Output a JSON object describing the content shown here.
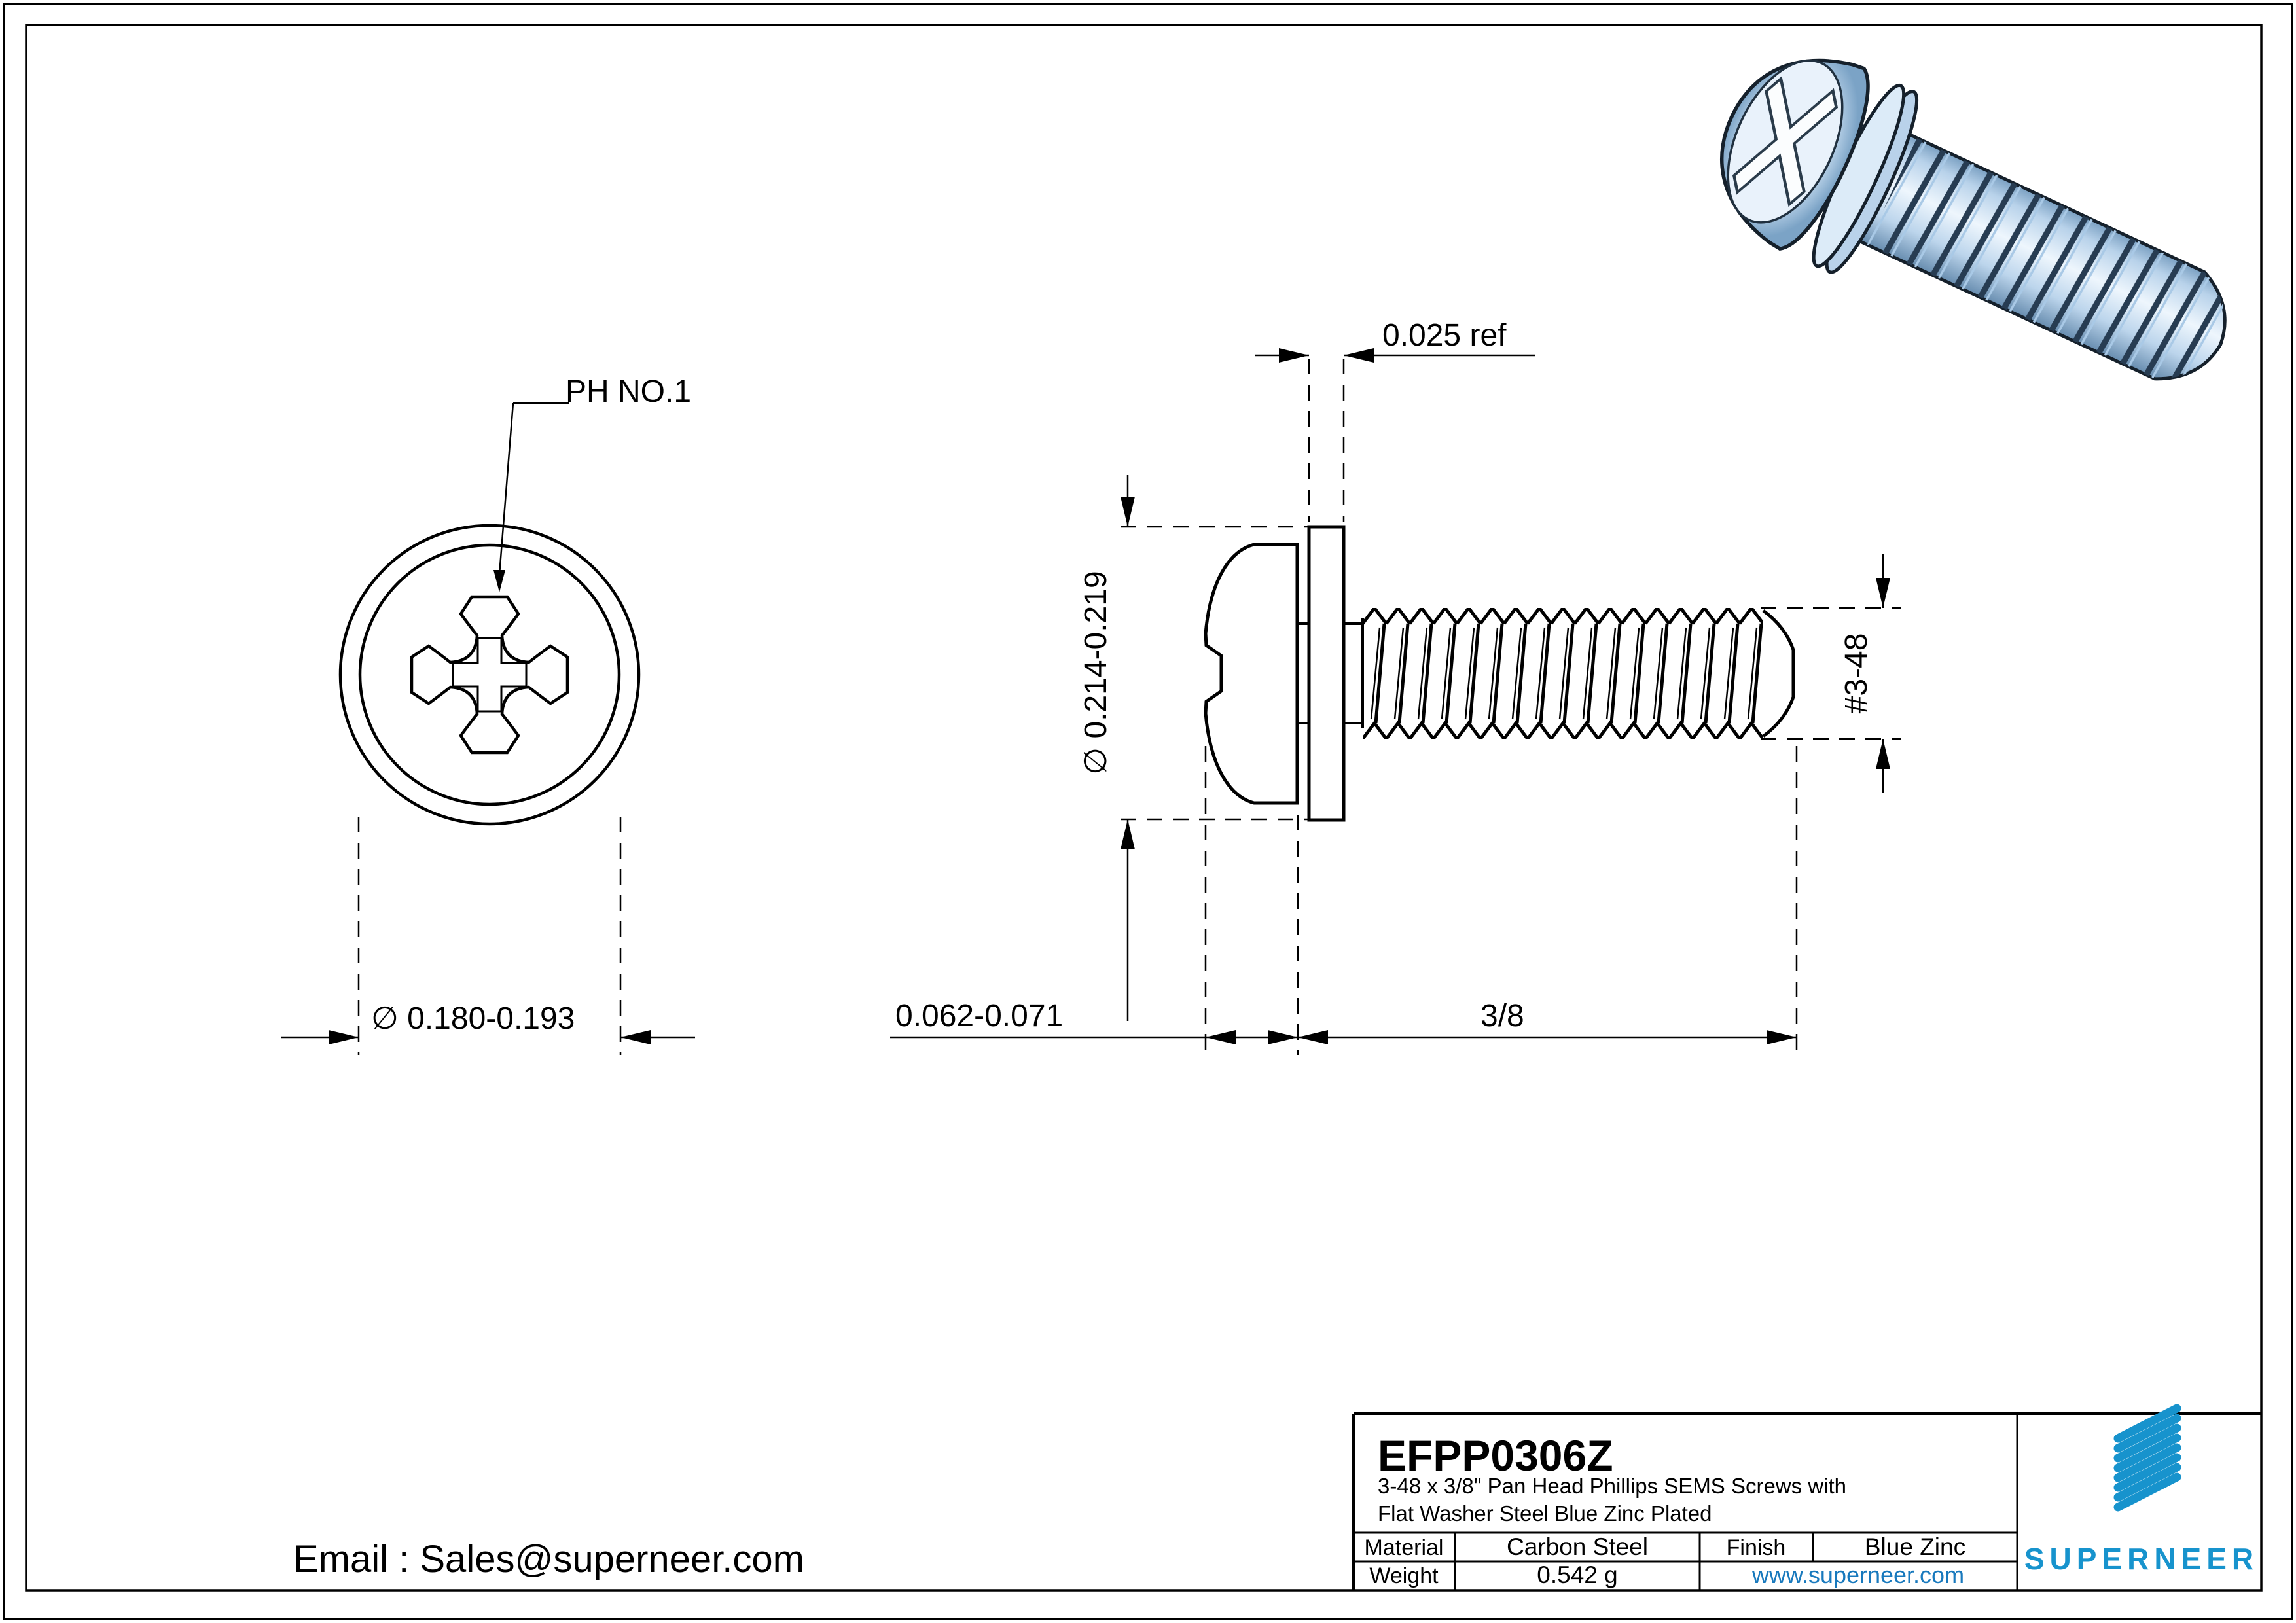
{
  "drawing": {
    "front_view": {
      "callout": "PH NO.1",
      "diameter_dim": "∅ 0.180-0.193"
    },
    "side_view": {
      "washer_thickness_dim": "0.025 ref",
      "head_diameter_dim": "∅ 0.214-0.219",
      "head_height_dim": "0.062-0.071",
      "length_dim": "3/8",
      "thread_spec_dim": "#3-48"
    },
    "email": "Email : Sales@superneer.com"
  },
  "title_block": {
    "part_number": "EFPP0306Z",
    "description_line1": "3-48 x 3/8\" Pan Head Phillips SEMS Screws with",
    "description_line2": "Flat Washer Steel Blue Zinc Plated",
    "material_label": "Material",
    "material_value": "Carbon Steel",
    "finish_label": "Finish",
    "finish_value": "Blue Zinc",
    "weight_label": "Weight",
    "weight_value": "0.542 g",
    "website": "www.superneer.com",
    "brand": "SUPERNEER"
  },
  "colors": {
    "line_black": "#000000",
    "link_blue": "#1879bd",
    "brand_blue": "#1793cd",
    "screw_light": "#eef6fd",
    "screw_mid": "#b8d2ea",
    "screw_dark": "#5d84a8"
  }
}
